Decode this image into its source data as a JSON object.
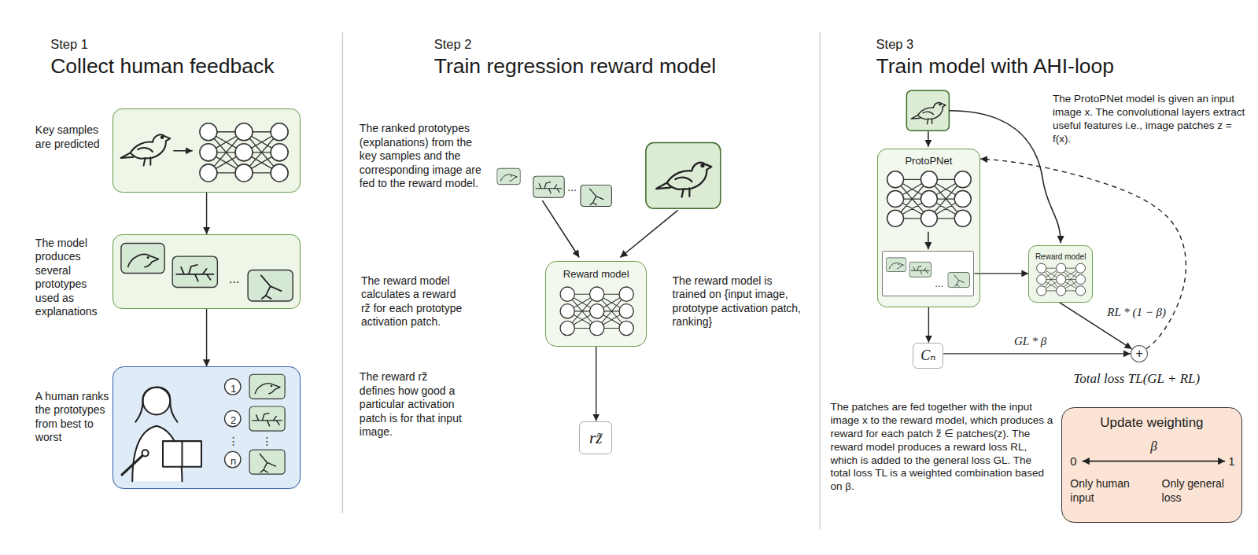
{
  "diagram": {
    "nodes": [
      {
        "text": [
          "Key samples are predicted"
        ]
      },
      {
        "text": [
          "The model produces several prototypes used as explanations",
          "..."
        ]
      },
      {
        "text": [
          "A human ranks the prototypes from best to worst",
          "1",
          "2",
          "⋮",
          "⋮",
          "n"
        ]
      },
      {
        "text": [
          "Reward model"
        ]
      },
      {
        "text": [
          "rz̃"
        ]
      },
      {
        "text": [
          "ProtoPNet"
        ]
      },
      {
        "text": [
          "..."
        ],
        "in": 5
      },
      {
        "text": [
          "Reward model"
        ]
      },
      {
        "text": [
          "Cₙ"
        ]
      },
      {
        "text": [
          "+"
        ]
      },
      {
        "text": [
          "Update weighting",
          "β",
          "0",
          "1",
          "Only human input",
          "Only general loss"
        ]
      }
    ],
    "edges": [
      {
        "from": 0,
        "to": 1,
        "arrow": "to"
      },
      {
        "from": 1,
        "to": 2,
        "arrow": "to"
      },
      {
        "from": 3,
        "to": 4,
        "arrow": "to"
      },
      {
        "from": 5,
        "to": 8,
        "arrow": "to"
      },
      {
        "from": 6,
        "to": 7,
        "arrow": "to"
      },
      {
        "from": 7,
        "to": 9,
        "arrow": "to",
        "label": "RL * (1 − β)"
      },
      {
        "from": 8,
        "to": 9,
        "arrow": "to",
        "label": "GL * β"
      },
      {
        "from": 9,
        "to": 5,
        "arrow": "to"
      }
    ],
    "labels": [
      "Step 1",
      "Collect human feedback",
      "Step 2",
      "Train regression reward model",
      "The ranked prototypes (explanations) from the key samples and the corresponding image are fed to the reward model.",
      "...",
      "The reward model calculates a reward rz̃ for each prototype activation patch.",
      "The reward model is trained on {input image, prototype activation patch, ranking}",
      "The reward rz̃ defines how good a particular activation patch is for that input image.",
      "Step 3",
      "Train model with AHI-loop",
      "The ProtoPNet model is given an input image x. The convolutional layers extract useful features i.e., image patches z = f(x).",
      "Total loss TL(GL + RL)",
      "The patches are fed together with the input image x to the reward model, which produces a reward for each patch z̃ ∈ patches(z). The reward model produces a reward loss RL, which is added to the general loss GL. The total loss TL is a weighted combination based on β."
    ]
  }
}
